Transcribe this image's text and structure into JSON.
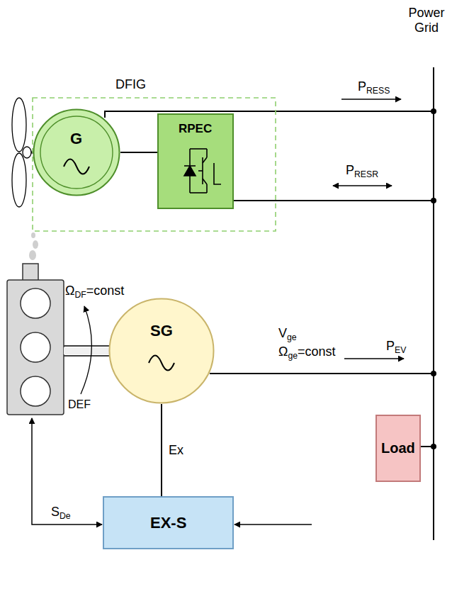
{
  "diagram": {
    "nodes": [
      {
        "text": [
          "DFIG"
        ]
      },
      {
        "text": [
          "G"
        ],
        "in": 0
      },
      {
        "text": [
          "RPEC"
        ],
        "in": 0
      },
      {
        "text": [
          "SG"
        ]
      },
      {
        "text": [
          "Load"
        ]
      },
      {
        "text": [
          "EX-S"
        ]
      }
    ],
    "edges": [
      {
        "from": 1,
        "to": 2,
        "arrow": "none"
      },
      {
        "from": 3,
        "to": 5,
        "label": "Ex",
        "arrow": "none"
      }
    ],
    "labels": [
      "Power Grid",
      "PRESS",
      "PRESR",
      "ΩDF=const",
      "DEF",
      "Vge",
      "Ωge=const",
      "PEV",
      "SDe"
    ]
  }
}
